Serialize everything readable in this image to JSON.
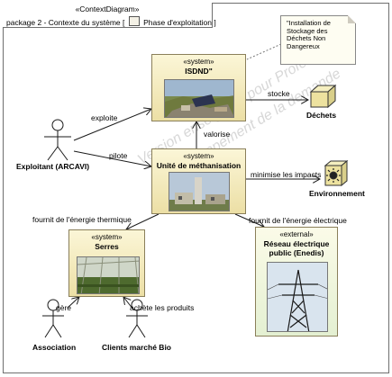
{
  "frame": {
    "stereotype": "«ContextDiagram»",
    "title_prefix": "package  2 - Contexte du système [",
    "title_name": "Phase d'exploitation",
    "title_suffix": "]"
  },
  "note": {
    "text": "\"Installation de Stockage des Déchets Non Dangereux"
  },
  "blocks": {
    "isdnd": {
      "stereotype": "«system»",
      "name": "ISDND\""
    },
    "methanisation": {
      "stereotype": "«system»",
      "name": "Unité de méthanisation"
    },
    "serres": {
      "stereotype": "«system»",
      "name": "Serres"
    },
    "reseau": {
      "stereotype": "«external»",
      "name": "Réseau électrique public (Enedis)"
    }
  },
  "actors": {
    "exploitant": "Exploitant (ARCAVI)",
    "association": "Association",
    "clients": "Clients marché Bio"
  },
  "items": {
    "dechets": "Déchets",
    "environnement": "Environnement"
  },
  "relations": {
    "exploite": "exploite",
    "pilote": "pilote",
    "stocke": "stocke",
    "valorise": "valorise",
    "minimise": "minimise les impacts",
    "thermique": "fournit de l'énergie thermique",
    "electrique": "fournit de l'énergie électrique",
    "gere": "gère",
    "achete": "achète les produits"
  },
  "watermark": {
    "line1": "Version enseignant pour Profes",
    "line2": "Le développement de la demande"
  },
  "colors": {
    "block_fill_top": "#fbf6d7",
    "block_fill_bottom": "#ecdfa5",
    "external_fill_bottom": "#e4f0d2",
    "note_fill": "#fefdf2",
    "line": "#1a1a1a"
  }
}
